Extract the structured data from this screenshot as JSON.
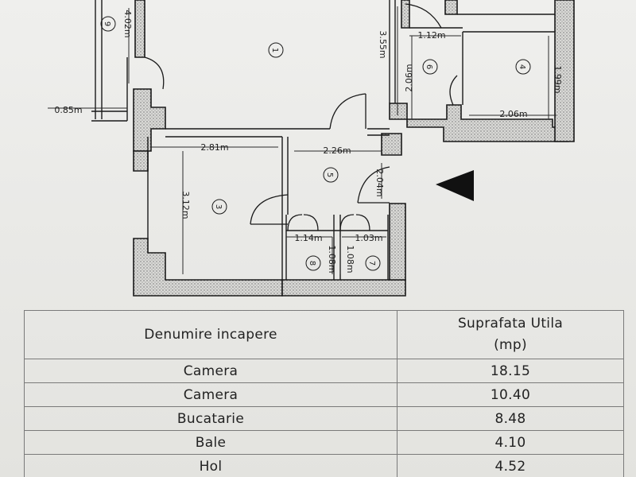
{
  "plan": {
    "dimensions": [
      "4.02m",
      "0.85m",
      "1.12m",
      "3.55m",
      "2.06m",
      "1.99m",
      "2.06m",
      "2.81m",
      "2.26m",
      "3.12m",
      "2.04m",
      "1.14m",
      "1.03m",
      "1.08m",
      "1.08m"
    ],
    "room_numbers": [
      "9",
      "1",
      "6",
      "4",
      "5",
      "3",
      "8",
      "7"
    ]
  },
  "table": {
    "headers": [
      "Denumire incapere",
      "Suprafata Utila\n(mp)"
    ],
    "rows": [
      {
        "name": "Camera",
        "area": "18.15"
      },
      {
        "name": "Camera",
        "area": "10.40"
      },
      {
        "name": "Bucatarie",
        "area": "8.48"
      },
      {
        "name": "Bale",
        "area": "4.10"
      },
      {
        "name": "Hol",
        "area": "4.52"
      }
    ]
  }
}
